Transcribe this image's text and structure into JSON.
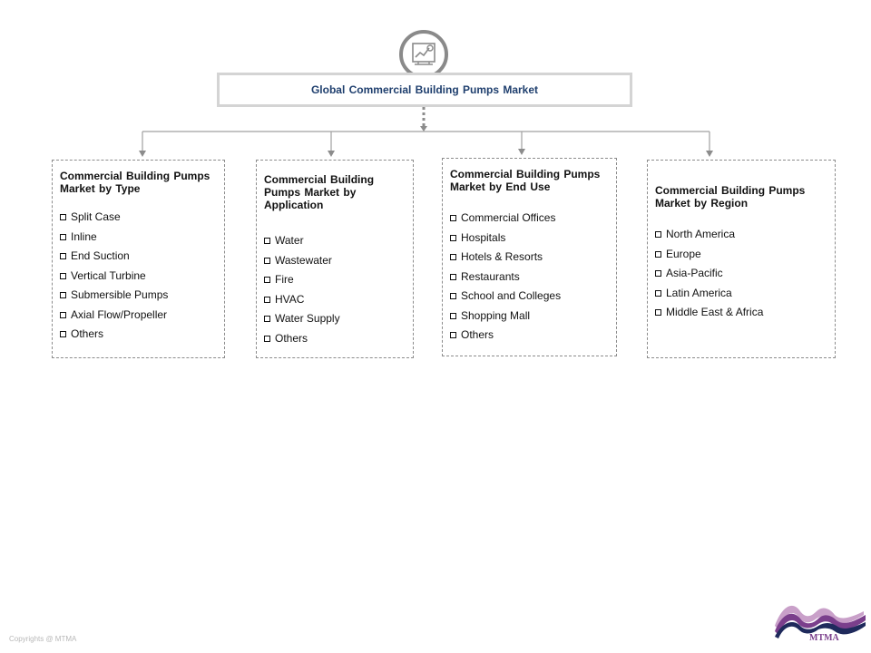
{
  "root": {
    "title": "Global Commercial Building Pumps Market",
    "icon": "market-report-icon"
  },
  "categories": [
    {
      "title": "Commercial Building Pumps Market by Type",
      "items": [
        "Split Case",
        "Inline",
        "End Suction",
        "Vertical Turbine",
        "Submersible Pumps",
        "Axial Flow/Propeller",
        "Others"
      ]
    },
    {
      "title": "Commercial Building Pumps Market by Application",
      "items": [
        "Water",
        "Wastewater",
        "Fire",
        "HVAC",
        "Water Supply",
        "Others"
      ]
    },
    {
      "title": "Commercial Building Pumps Market by End Use",
      "items": [
        "Commercial Offices",
        "Hospitals",
        "Hotels & Resorts",
        "Restaurants",
        "School and Colleges",
        "Shopping Mall",
        "Others"
      ]
    },
    {
      "title": "Commercial Building Pumps Market by Region",
      "items": [
        "North America",
        "Europe",
        "Asia-Pacific",
        "Latin America",
        "Middle East & Africa"
      ]
    }
  ],
  "footer": {
    "copyright": "Copyrights @ MTMA",
    "logo_text": "MTMA"
  },
  "colors": {
    "title_text": "#1f3f6e",
    "connector": "#8c8c8c",
    "logo_purple": "#7b3f8c",
    "logo_navy": "#1f2a5c"
  }
}
